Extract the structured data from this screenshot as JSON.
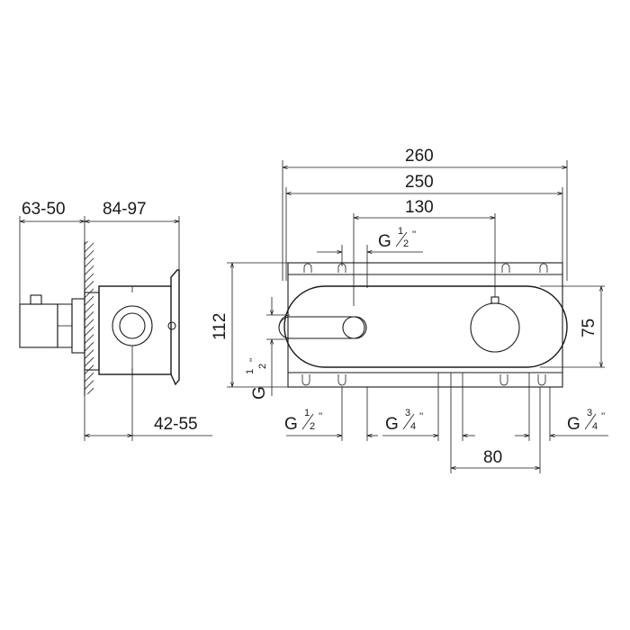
{
  "side_view": {
    "dim_top_left": "63-50",
    "dim_top_right": "84-97",
    "dim_bottom": "42-55"
  },
  "front_view": {
    "dim_260": "260",
    "dim_250": "250",
    "dim_130": "130",
    "dim_112": "112",
    "dim_75": "75",
    "dim_80": "80"
  },
  "thread_labels": {
    "g": "G",
    "half": "1/2\"",
    "three_quarter": "3/4\""
  },
  "fraction": {
    "one": "1",
    "two": "2",
    "three": "3",
    "four": "4",
    "inch": "''"
  }
}
